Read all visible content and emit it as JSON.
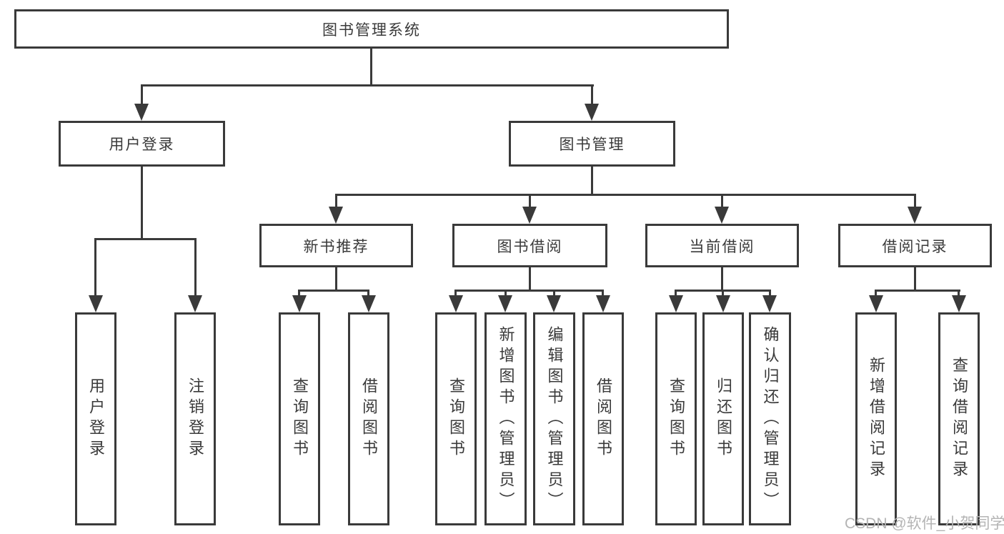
{
  "diagram": {
    "root": {
      "label": "图书管理系统"
    },
    "level2": {
      "user_login": {
        "label": "用户登录"
      },
      "book_mgmt": {
        "label": "图书管理"
      }
    },
    "level3": {
      "new_books": {
        "label": "新书推荐"
      },
      "book_borrow": {
        "label": "图书借阅"
      },
      "current_borrow": {
        "label": "当前借阅"
      },
      "borrow_records": {
        "label": "借阅记录"
      }
    },
    "leaves": {
      "user_login": [
        "用户登录",
        "注销登录"
      ],
      "new_books": [
        "查询图书",
        "借阅图书"
      ],
      "book_borrow": [
        "查询图书",
        "新增图书（管理员）",
        "编辑图书（管理员）",
        "借阅图书"
      ],
      "current_borrow": [
        "查询图书",
        "归还图书",
        "确认归还（管理员）"
      ],
      "borrow_records": [
        "新增借阅记录",
        "查询借阅记录"
      ]
    }
  },
  "watermark": {
    "text": "CSDN @软件_小贺同学"
  },
  "colors": {
    "line": "#3a3a3a",
    "text": "#3a3a3a",
    "watermark": "#b4b4b4",
    "background": "#ffffff"
  }
}
